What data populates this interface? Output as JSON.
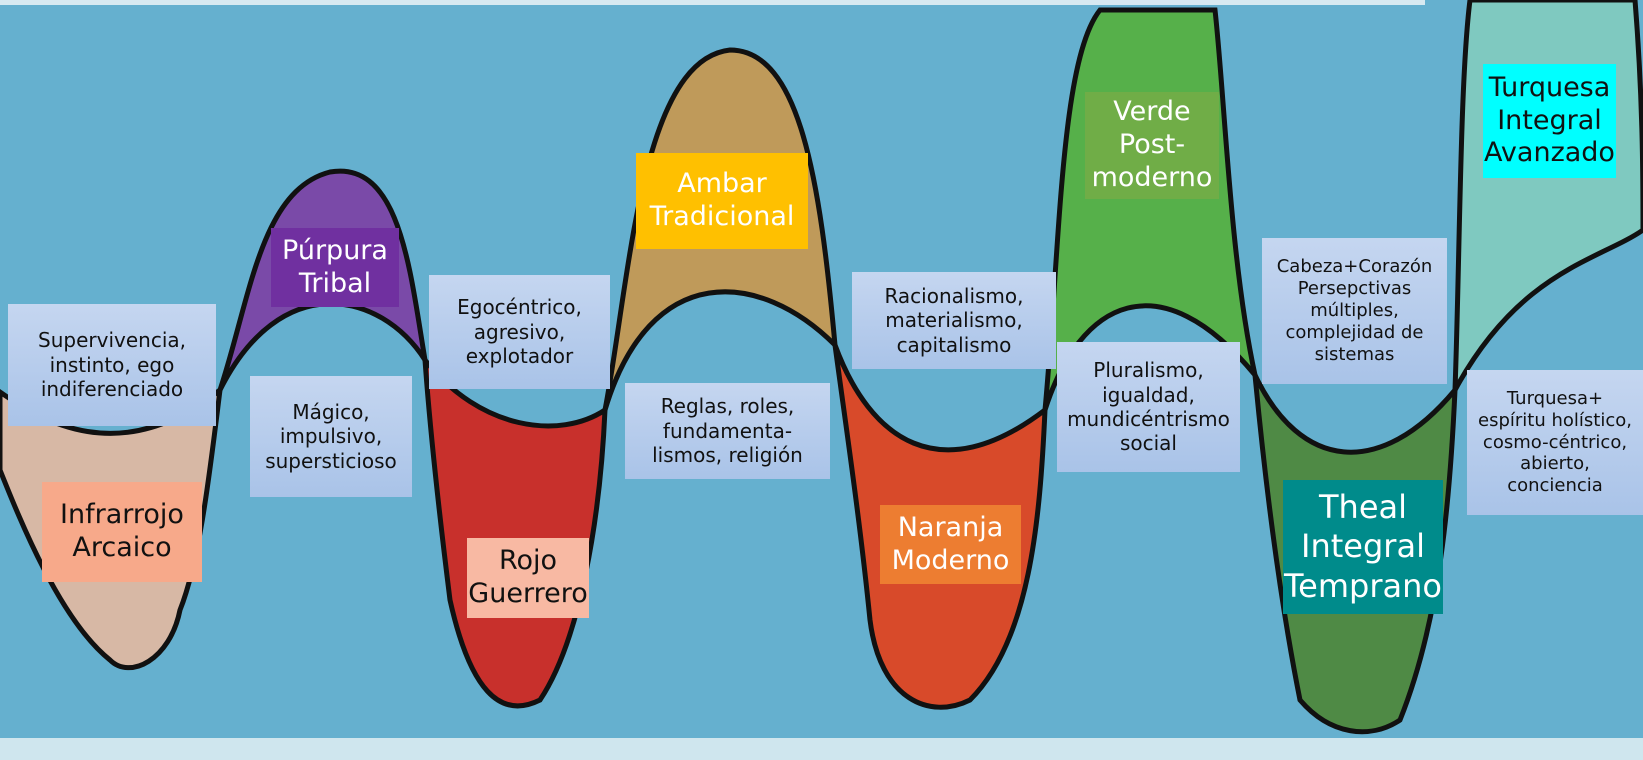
{
  "colors": {
    "background": "#65b0cf",
    "infrarrojo": "#d7b8a5",
    "purpura": "#7a4aa8",
    "rojo": "#c8302c",
    "ambar": "#bf9a5a",
    "naranja": "#d84a2a",
    "verde": "#56b04a",
    "theal": "#4f8a45",
    "turquesa": "#7fc9c0",
    "outline": "#111111"
  },
  "levels": [
    {
      "id": "infrarrojo",
      "label": "Infrarrojo\nArcaico",
      "box_color": "#f7a98a",
      "text_color": "#111111"
    },
    {
      "id": "purpura",
      "label": "Púrpura\nTribal",
      "box_color": "#7030a0",
      "text_color": "#ffffff"
    },
    {
      "id": "rojo",
      "label": "Rojo\nGuerrero",
      "box_color": "#f8b9a3",
      "text_color": "#111111"
    },
    {
      "id": "ambar",
      "label": "Ambar\nTradicional",
      "box_color": "#ffc000",
      "text_color": "#ffffff"
    },
    {
      "id": "naranja",
      "label": "Naranja\nModerno",
      "box_color": "#ed7d31",
      "text_color": "#ffffff"
    },
    {
      "id": "verde",
      "label": "Verde\nPost-\nmoderno",
      "box_color": "#70ad47",
      "text_color": "#ffffff"
    },
    {
      "id": "theal",
      "label": "Theal\nIntegral\nTemprano",
      "box_color": "#008b8b",
      "text_color": "#ffffff"
    },
    {
      "id": "turquesa",
      "label": "Turquesa\nIntegral\nAvanzado",
      "box_color": "#00ffff",
      "text_color": "#111111"
    }
  ],
  "descriptions": [
    "Supervivencia,\ninstinto, ego\nindiferenciado",
    "Mágico,\nimpulsivo,\nsupersticioso",
    "Egocéntrico,\nagresivo,\nexplotador",
    "Reglas, roles,\nfundamenta-\nlismos, religión",
    "Racionalismo,\nmaterialismo,\ncapitalismo",
    "Pluralismo,\nigualdad,\nmundicéntrismo\nsocial",
    "Cabeza+Corazón\nPersepctivas\nmúltiples,\ncomplejidad de\nsistemas",
    "Turquesa+\nespíritu holístico,\ncosmo-céntrico,\nabierto,\nconciencia"
  ]
}
